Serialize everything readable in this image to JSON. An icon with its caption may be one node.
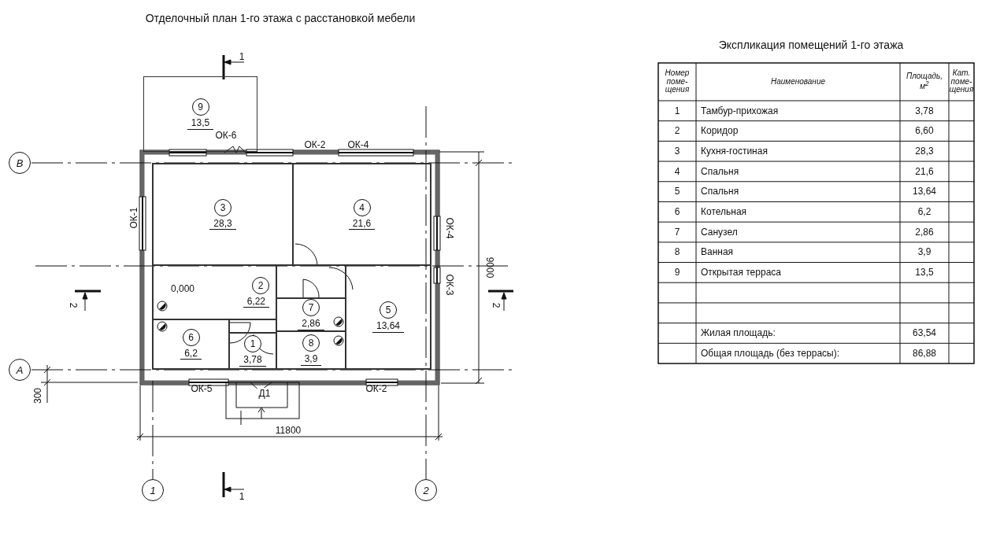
{
  "diagram": {
    "title": "Отделочный план 1-го этажа с расстановкой мебели",
    "nodes": [
      {
        "text": [
          "9",
          "13,5"
        ]
      },
      {
        "text": [
          "В"
        ]
      },
      {
        "text": [
          "3",
          "28,3"
        ]
      },
      {
        "text": [
          "4",
          "21,6"
        ]
      },
      {
        "text": [
          "2",
          "6,22"
        ]
      },
      {
        "text": [
          "7",
          "2,86"
        ]
      },
      {
        "text": [
          "6",
          "6,2"
        ]
      },
      {
        "text": [
          "1",
          "3,78"
        ]
      },
      {
        "text": [
          "8",
          "3,9"
        ]
      },
      {
        "text": [
          "5",
          "13,64"
        ]
      },
      {
        "text": [
          "А"
        ]
      },
      {
        "text": [
          "1"
        ]
      },
      {
        "text": [
          "2"
        ]
      }
    ],
    "labels": [
      "1",
      "ОК-6",
      "ОК-2",
      "ОК-4",
      "ОК-1",
      "ОК-4",
      "9000",
      "0,000",
      "ОК-3",
      "2",
      "2",
      "ОК-5",
      "Д1",
      "ОК-2",
      "300",
      "11800",
      "1",
      "Экспликация помещений 1-го этажа",
      "Номер поме-щения",
      "Наименование",
      "Площадь, м$^{2}$",
      "Кат. поме-щения",
      "1",
      "Тамбур-прихожая",
      "3,78",
      "2",
      "Коридор",
      "6,60",
      "3",
      "Кухня-гостиная",
      "28,3",
      "4",
      "Спальня",
      "21,6",
      "5",
      "Спальня",
      "13,64",
      "6",
      "Котельная",
      "6,2",
      "7",
      "Санузел",
      "2,86",
      "8",
      "Ванная",
      "3,9",
      "9",
      "Открытая терраса",
      "13,5",
      "Жилая площадь:",
      "63,54",
      "Общая площадь (без террасы):",
      "86,88"
    ]
  }
}
